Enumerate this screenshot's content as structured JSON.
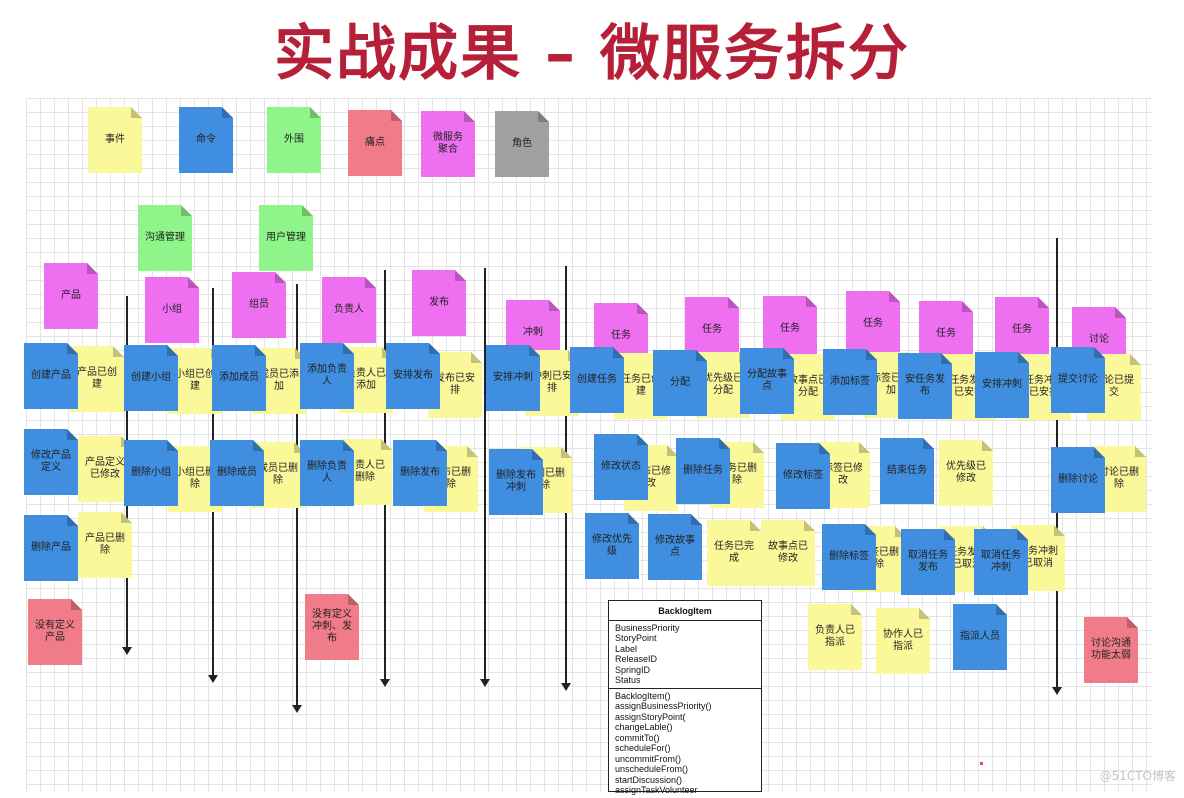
{
  "title": "实战成果 – 微服务拆分",
  "legend": [
    {
      "label": "事件",
      "color": "yellow"
    },
    {
      "label": "命令",
      "color": "blue"
    },
    {
      "label": "外围",
      "color": "green"
    },
    {
      "label": "痛点",
      "color": "pink"
    },
    {
      "label": "微服务\n聚合",
      "color": "magenta"
    },
    {
      "label": "角色",
      "color": "gray"
    }
  ],
  "notes": [
    {
      "label": "沟通管理",
      "color": "green"
    },
    {
      "label": "用户管理",
      "color": "green"
    },
    {
      "label": "产品",
      "color": "magenta"
    },
    {
      "label": "小组",
      "color": "magenta"
    },
    {
      "label": "组员",
      "color": "magenta"
    },
    {
      "label": "负责人",
      "color": "magenta"
    },
    {
      "label": "发布",
      "color": "magenta"
    },
    {
      "label": "冲刺",
      "color": "magenta"
    },
    {
      "label": "任务",
      "color": "magenta"
    },
    {
      "label": "任务",
      "color": "magenta"
    },
    {
      "label": "任务",
      "color": "magenta"
    },
    {
      "label": "任务",
      "color": "magenta"
    },
    {
      "label": "任务",
      "color": "magenta"
    },
    {
      "label": "任务",
      "color": "magenta"
    },
    {
      "label": "讨论",
      "color": "magenta"
    },
    {
      "label": "产品已创\n建",
      "color": "yellow"
    },
    {
      "label": "创建产品",
      "color": "blue"
    },
    {
      "label": "小组已创\n建",
      "color": "yellow"
    },
    {
      "label": "创建小组",
      "color": "blue"
    },
    {
      "label": "成员已添\n加",
      "color": "yellow"
    },
    {
      "label": "添加成员",
      "color": "blue"
    },
    {
      "label": "负责人已\n添加",
      "color": "yellow"
    },
    {
      "label": "添加负责\n人",
      "color": "blue"
    },
    {
      "label": "发布已安\n排",
      "color": "yellow"
    },
    {
      "label": "安排发布",
      "color": "blue"
    },
    {
      "label": "冲刺已安\n排",
      "color": "yellow"
    },
    {
      "label": "安排冲刺",
      "color": "blue"
    },
    {
      "label": "任务已创\n建",
      "color": "yellow"
    },
    {
      "label": "创建任务",
      "color": "blue"
    },
    {
      "label": "优先级已\n分配",
      "color": "yellow"
    },
    {
      "label": "分配",
      "color": "blue"
    },
    {
      "label": "故事点已\n分配",
      "color": "yellow"
    },
    {
      "label": "分配故事\n点",
      "color": "blue"
    },
    {
      "label": "标签已添\n加",
      "color": "yellow"
    },
    {
      "label": "添加标签",
      "color": "blue"
    },
    {
      "label": "任务发布\n已安排",
      "color": "yellow"
    },
    {
      "label": "安任务发\n布",
      "color": "blue"
    },
    {
      "label": "任务冲刺\n已安排",
      "color": "yellow"
    },
    {
      "label": "安排冲刺",
      "color": "blue"
    },
    {
      "label": "讨论已提\n交",
      "color": "yellow"
    },
    {
      "label": "提交讨论",
      "color": "blue"
    },
    {
      "label": "产品定义\n已修改",
      "color": "yellow"
    },
    {
      "label": "修改产品\n定义",
      "color": "blue"
    },
    {
      "label": "小组已删\n除",
      "color": "yellow"
    },
    {
      "label": "删除小组",
      "color": "blue"
    },
    {
      "label": "成员已删\n除",
      "color": "yellow"
    },
    {
      "label": "删除成员",
      "color": "blue"
    },
    {
      "label": "负责人已\n删除",
      "color": "yellow"
    },
    {
      "label": "删除负责\n人",
      "color": "blue"
    },
    {
      "label": "发布已删\n除",
      "color": "yellow"
    },
    {
      "label": "删除发布",
      "color": "blue"
    },
    {
      "label": "冲刺已删\n除",
      "color": "yellow"
    },
    {
      "label": "删除发布\n冲刺",
      "color": "blue"
    },
    {
      "label": "状态已修\n改",
      "color": "yellow"
    },
    {
      "label": "修改状态",
      "color": "blue"
    },
    {
      "label": "任务已删\n除",
      "color": "yellow"
    },
    {
      "label": "删除任务",
      "color": "blue"
    },
    {
      "label": "标签已修\n改",
      "color": "yellow"
    },
    {
      "label": "修改标签",
      "color": "blue"
    },
    {
      "label": "结束任务",
      "color": "blue"
    },
    {
      "label": "优先级已\n修改",
      "color": "yellow"
    },
    {
      "label": "讨论已删\n除",
      "color": "yellow"
    },
    {
      "label": "删除讨论",
      "color": "blue"
    },
    {
      "label": "产品已删\n除",
      "color": "yellow"
    },
    {
      "label": "删除产品",
      "color": "blue"
    },
    {
      "label": "修改优先\n级",
      "color": "blue"
    },
    {
      "label": "修改故事\n点",
      "color": "blue"
    },
    {
      "label": "任务已完\n成",
      "color": "yellow"
    },
    {
      "label": "故事点已\n修改",
      "color": "yellow"
    },
    {
      "label": "标签已删\n除",
      "color": "yellow"
    },
    {
      "label": "删除标签",
      "color": "blue"
    },
    {
      "label": "任务发布\n已取消",
      "color": "yellow"
    },
    {
      "label": "取消任务\n发布",
      "color": "blue"
    },
    {
      "label": "任务冲刺\n已取消",
      "color": "yellow"
    },
    {
      "label": "取消任务\n冲刺",
      "color": "blue"
    },
    {
      "label": "没有定义\n产品",
      "color": "pink"
    },
    {
      "label": "没有定义\n冲刺、发\n布",
      "color": "pink"
    },
    {
      "label": "负责人已\n指派",
      "color": "yellow"
    },
    {
      "label": "协作人已\n指派",
      "color": "yellow"
    },
    {
      "label": "指派人员",
      "color": "blue"
    },
    {
      "label": "讨论沟通\n功能太弱",
      "color": "pink"
    }
  ],
  "uml": {
    "name": "BacklogItem",
    "attributes": [
      "BusinessPriority",
      "StoryPoint",
      "Label",
      "ReleaseID",
      "SpringID",
      "Status"
    ],
    "methods": [
      "BacklogItem()",
      "assignBusinessPriority()",
      "assignStoryPoint(",
      "changeLable()",
      "commitTo()",
      "scheduleFor()",
      "uncommitFrom()",
      "unscheduleFrom()",
      "startDiscussion()",
      "assignTaskVolunteer"
    ]
  },
  "watermark": "@51CTO博客"
}
